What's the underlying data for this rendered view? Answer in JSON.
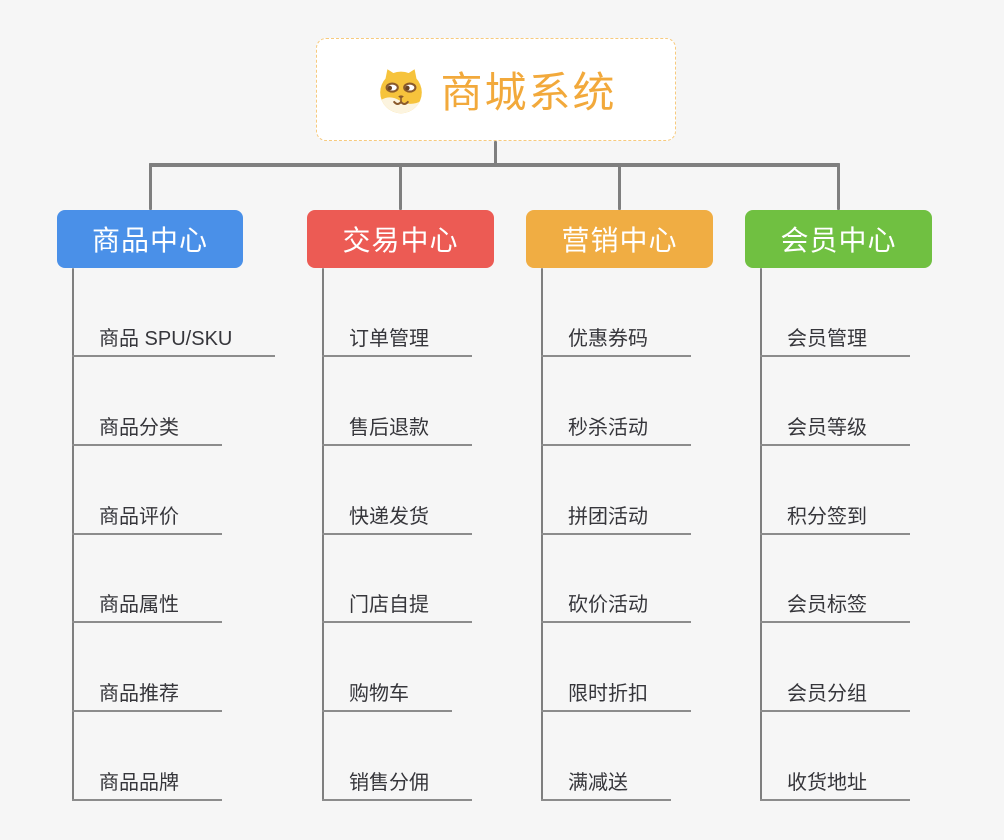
{
  "root": {
    "title": "商城系统",
    "icon": "dog-face-icon",
    "title_color": "#F2A93B",
    "border_color": "#F7CA7E"
  },
  "branches": [
    {
      "label": "商品中心",
      "color": "#4A90E8",
      "children": [
        "商品 SPU/SKU",
        "商品分类",
        "商品评价",
        "商品属性",
        "商品推荐",
        "商品品牌"
      ]
    },
    {
      "label": "交易中心",
      "color": "#EC5B54",
      "children": [
        "订单管理",
        "售后退款",
        "快递发货",
        "门店自提",
        "购物车",
        "销售分佣"
      ]
    },
    {
      "label": "营销中心",
      "color": "#F0AD43",
      "children": [
        "优惠券码",
        "秒杀活动",
        "拼团活动",
        "砍价活动",
        "限时折扣",
        "满减送"
      ]
    },
    {
      "label": "会员中心",
      "color": "#70C041",
      "children": [
        "会员管理",
        "会员等级",
        "积分签到",
        "会员标签",
        "会员分组",
        "收货地址"
      ]
    }
  ],
  "colors": {
    "connector": "#7F7F7F",
    "underline": "#8C8C8C",
    "child_text": "#36363B",
    "branch_text": "#FFFFFF",
    "background": "#F6F6F6"
  }
}
